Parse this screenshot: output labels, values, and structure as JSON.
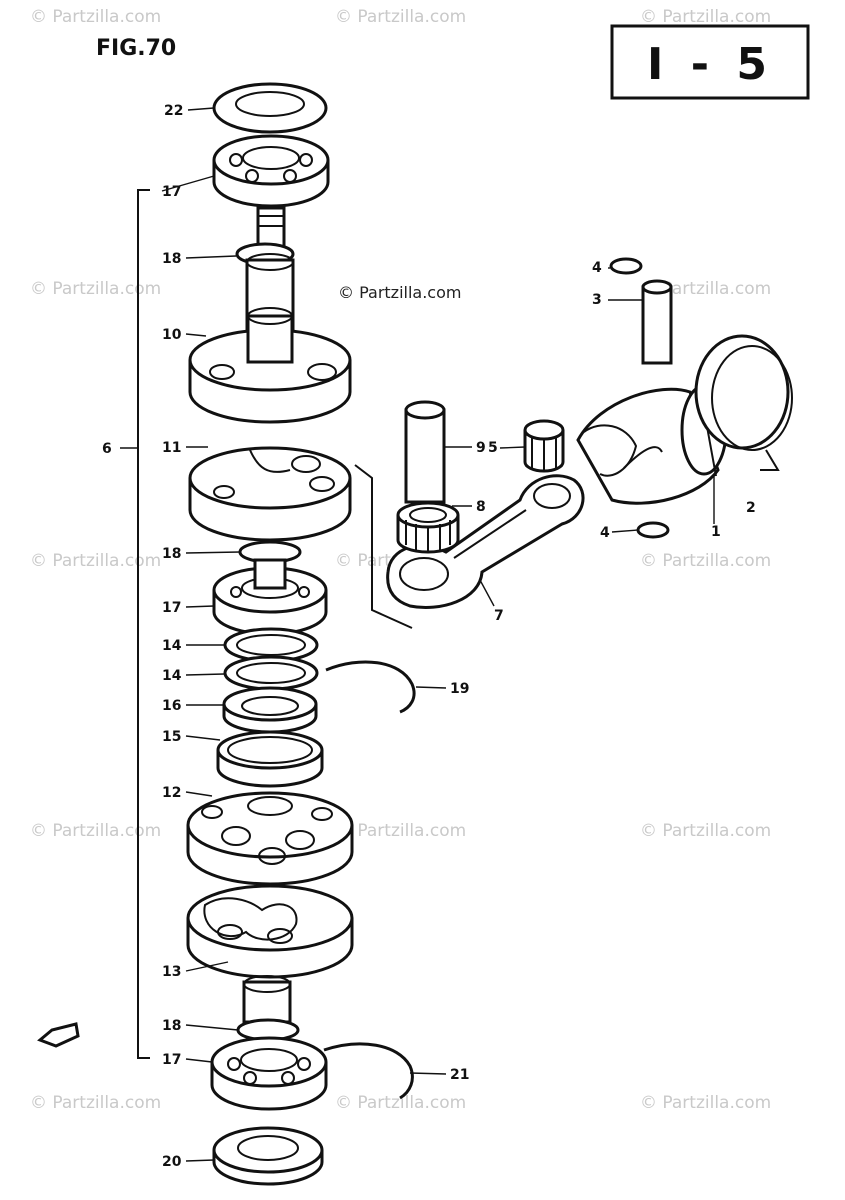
{
  "diagram": {
    "figure_label": "FIG.70",
    "section_label": "I - 5",
    "center_watermark": "© Partzilla.com",
    "watermark": "© Partzilla.com",
    "callouts": [
      "1",
      "2",
      "3",
      "4",
      "4",
      "5",
      "6",
      "7",
      "8",
      "9",
      "10",
      "11",
      "12",
      "13",
      "14",
      "14",
      "15",
      "16",
      "17",
      "17",
      "17",
      "18",
      "18",
      "18",
      "19",
      "20",
      "21",
      "22"
    ]
  }
}
